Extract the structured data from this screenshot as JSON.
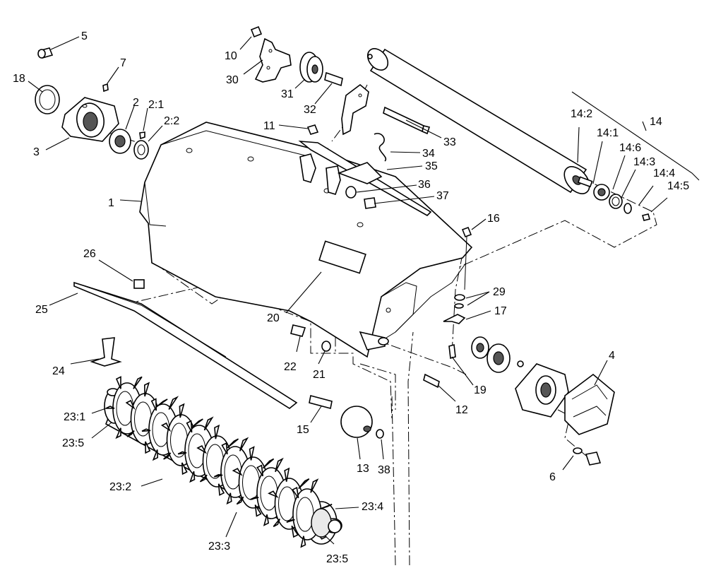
{
  "callouts": [
    {
      "id": "c5",
      "text": "5"
    },
    {
      "id": "c7",
      "text": "7"
    },
    {
      "id": "c18",
      "text": "18"
    },
    {
      "id": "c2",
      "text": "2"
    },
    {
      "id": "c2_1",
      "text": "2:1"
    },
    {
      "id": "c2_2",
      "text": "2:2"
    },
    {
      "id": "c3",
      "text": "3"
    },
    {
      "id": "c10",
      "text": "10"
    },
    {
      "id": "c30",
      "text": "30"
    },
    {
      "id": "c31",
      "text": "31"
    },
    {
      "id": "c32",
      "text": "32"
    },
    {
      "id": "c11",
      "text": "11"
    },
    {
      "id": "c33",
      "text": "33"
    },
    {
      "id": "c34",
      "text": "34"
    },
    {
      "id": "c35",
      "text": "35"
    },
    {
      "id": "c36",
      "text": "36"
    },
    {
      "id": "c37",
      "text": "37"
    },
    {
      "id": "c14",
      "text": "14"
    },
    {
      "id": "c14_2",
      "text": "14:2"
    },
    {
      "id": "c14_1",
      "text": "14:1"
    },
    {
      "id": "c14_6",
      "text": "14:6"
    },
    {
      "id": "c14_3",
      "text": "14:3"
    },
    {
      "id": "c14_4",
      "text": "14:4"
    },
    {
      "id": "c14_5",
      "text": "14:5"
    },
    {
      "id": "c1",
      "text": "1"
    },
    {
      "id": "c16",
      "text": "16"
    },
    {
      "id": "c26",
      "text": "26"
    },
    {
      "id": "c25",
      "text": "25"
    },
    {
      "id": "c20",
      "text": "20"
    },
    {
      "id": "c29",
      "text": "29"
    },
    {
      "id": "c17",
      "text": "17"
    },
    {
      "id": "c4",
      "text": "4"
    },
    {
      "id": "c22",
      "text": "22"
    },
    {
      "id": "c21",
      "text": "21"
    },
    {
      "id": "c19",
      "text": "19"
    },
    {
      "id": "c12",
      "text": "12"
    },
    {
      "id": "c24",
      "text": "24"
    },
    {
      "id": "c23_1",
      "text": "23:1"
    },
    {
      "id": "c23_5a",
      "text": "23:5"
    },
    {
      "id": "c15",
      "text": "15"
    },
    {
      "id": "c13",
      "text": "13"
    },
    {
      "id": "c38",
      "text": "38"
    },
    {
      "id": "c6",
      "text": "6"
    },
    {
      "id": "c23_2",
      "text": "23:2"
    },
    {
      "id": "c23_4",
      "text": "23:4"
    },
    {
      "id": "c23_3",
      "text": "23:3"
    },
    {
      "id": "c23_5b",
      "text": "23:5"
    }
  ]
}
